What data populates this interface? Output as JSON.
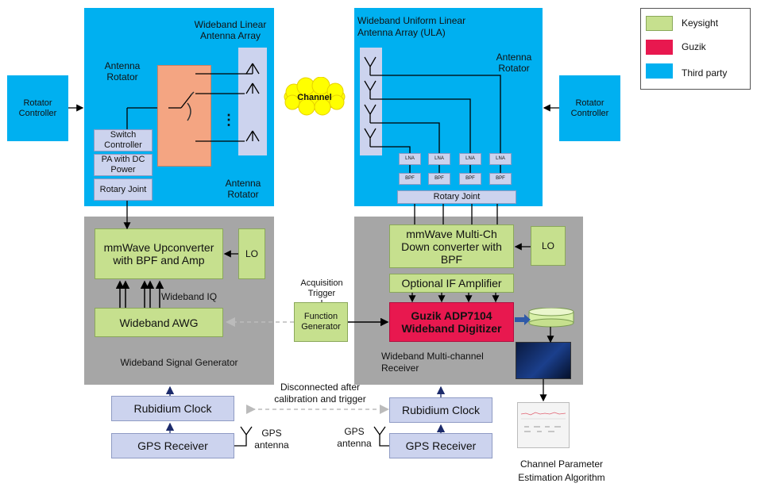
{
  "legend": {
    "items": [
      {
        "label": "Keysight",
        "color": "#c6e08e"
      },
      {
        "label": "Guzik",
        "color": "#e8184f"
      },
      {
        "label": "Third party",
        "color": "#00b0f0"
      }
    ]
  },
  "tx": {
    "array_title": "Wideband Linear Antenna Array",
    "antenna_rotator_top": "Antenna Rotator",
    "antenna_rotator_bottom": "Antenna Rotator",
    "switch_controller": "Switch Controller",
    "pa_dc": "PA with DC Power",
    "rotary_joint": "Rotary Joint",
    "rotator_controller": "Rotator Controller",
    "ellipsis": "⋮"
  },
  "rx": {
    "array_title": "Wideband Uniform Linear Antenna Array (ULA)",
    "antenna_rotator": "Antenna Rotator",
    "rotator_controller": "Rotator Controller",
    "lna": [
      "LNA",
      "LNA",
      "LNA",
      "LNA"
    ],
    "bpf": [
      "BPF",
      "BPF",
      "BPF",
      "BPF"
    ],
    "rotary_joint": "Rotary Joint"
  },
  "channel": "Channel",
  "sig_gen": {
    "upconverter": "mmWave Upconverter with BPF and Amp",
    "lo": "LO",
    "wideband_iq": "Wideband IQ",
    "awg": "Wideband AWG",
    "title": "Wideband Signal Generator"
  },
  "receiver": {
    "downconverter": "mmWave Multi-Ch Down converter with BPF",
    "lo": "LO",
    "if_amp": "Optional IF Amplifier",
    "digitizer": "Guzik ADP7104 Wideband Digitizer",
    "title": "Wideband Multi-channel Receiver"
  },
  "acquisition_trigger": "Acquisition Trigger",
  "function_generator": "Function Generator",
  "disconnected_note": "Disconnected after calibration and trigger",
  "left_clock": {
    "rubidium": "Rubidium Clock",
    "gps": "GPS Receiver",
    "gps_antenna": "GPS antenna"
  },
  "right_clock": {
    "rubidium": "Rubidium Clock",
    "gps": "GPS Receiver",
    "gps_antenna": "GPS antenna"
  },
  "channel_param": "Channel Parameter Estimation Algorithm"
}
